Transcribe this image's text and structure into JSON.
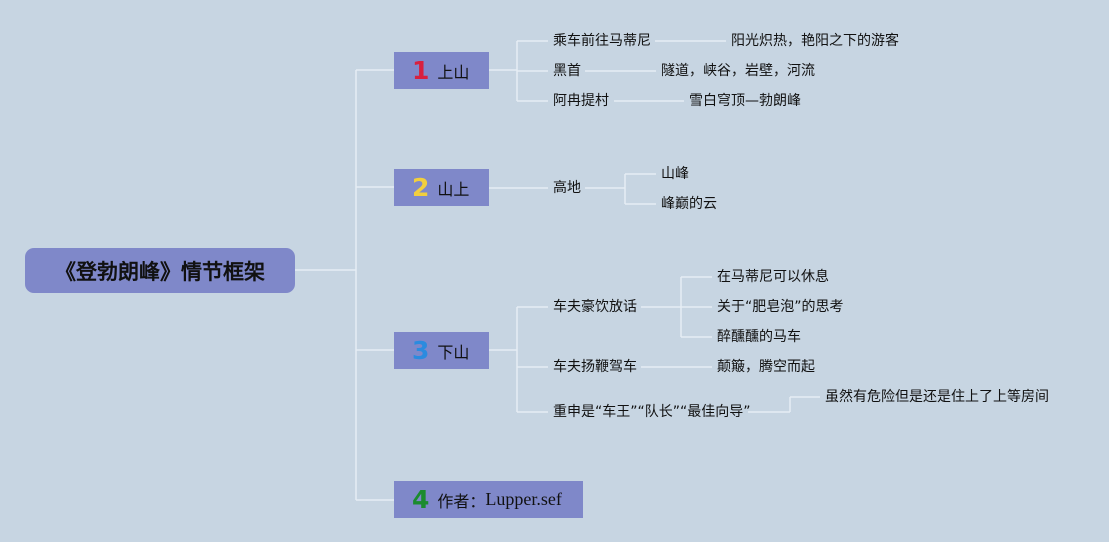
{
  "root": {
    "title": "《登勃朗峰》情节框架"
  },
  "branches": [
    {
      "number": "1",
      "label": "上山",
      "children": [
        {
          "text": "乘车前往马蒂尼",
          "children": [
            "阳光炽热，艳阳之下的游客"
          ]
        },
        {
          "text": "黑首",
          "children": [
            "隧道，峡谷，岩壁，河流"
          ]
        },
        {
          "text": "阿冉提村",
          "children": [
            "雪白穹顶—勃朗峰"
          ]
        }
      ]
    },
    {
      "number": "2",
      "label": "山上",
      "children": [
        {
          "text": "高地",
          "children": [
            "山峰",
            "峰巅的云"
          ]
        }
      ]
    },
    {
      "number": "3",
      "label": "下山",
      "children": [
        {
          "text": "车夫豪饮放话",
          "children": [
            "在马蒂尼可以休息",
            "关于“肥皂泡”的思考",
            "醉醺醺的马车"
          ]
        },
        {
          "text": "车夫扬鞭驾车",
          "children": [
            "颠簸，腾空而起"
          ]
        },
        {
          "text": "重申是“车王”“队长”“最佳向导”",
          "children": [
            "虽然有危险但是还是住上了上等房间"
          ]
        }
      ]
    },
    {
      "number": "4",
      "label": "作者：",
      "author": "Lupper.sef"
    }
  ]
}
